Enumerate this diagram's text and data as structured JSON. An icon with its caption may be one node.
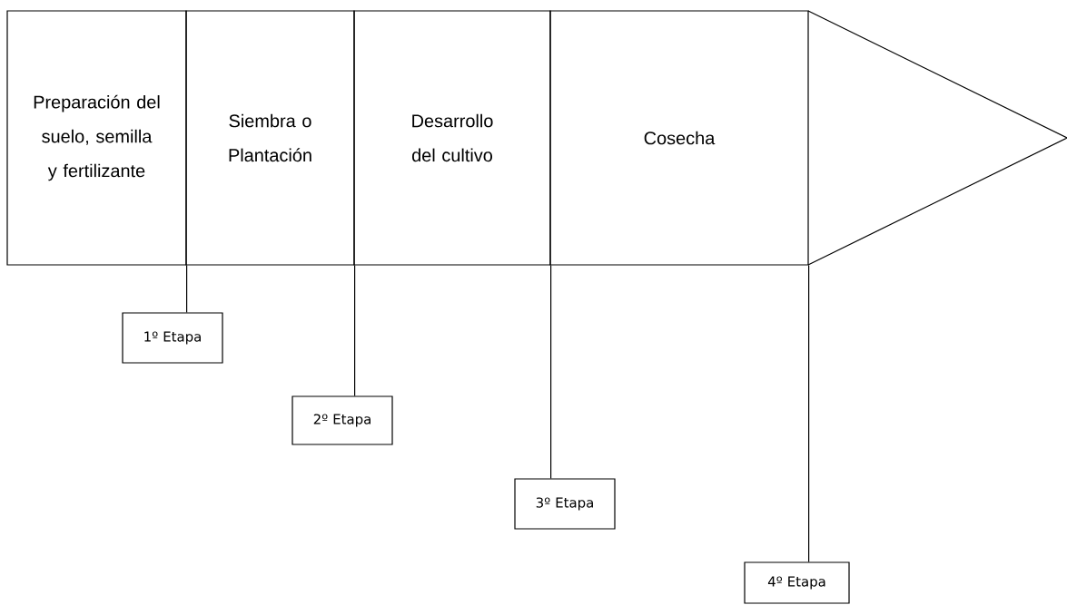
{
  "diagram": {
    "nodes": [
      {
        "text": [
          "Preparación del suelo, semilla y fertilizante"
        ]
      },
      {
        "text": [
          "Siembra o Plantación"
        ]
      },
      {
        "text": [
          "Desarrollo del cultivo"
        ]
      },
      {
        "text": [
          "Cosecha"
        ]
      },
      {
        "text": [
          "1º Etapa"
        ]
      },
      {
        "text": [
          "2º Etapa"
        ]
      },
      {
        "text": [
          "3º Etapa"
        ]
      },
      {
        "text": [
          "4º Etapa"
        ]
      }
    ],
    "edges": [
      {
        "from": 0,
        "to": 4,
        "arrow": "none"
      },
      {
        "from": 1,
        "to": 5,
        "arrow": "none"
      },
      {
        "from": 2,
        "to": 6,
        "arrow": "none"
      },
      {
        "from": 3,
        "to": 7,
        "arrow": "none"
      }
    ]
  }
}
